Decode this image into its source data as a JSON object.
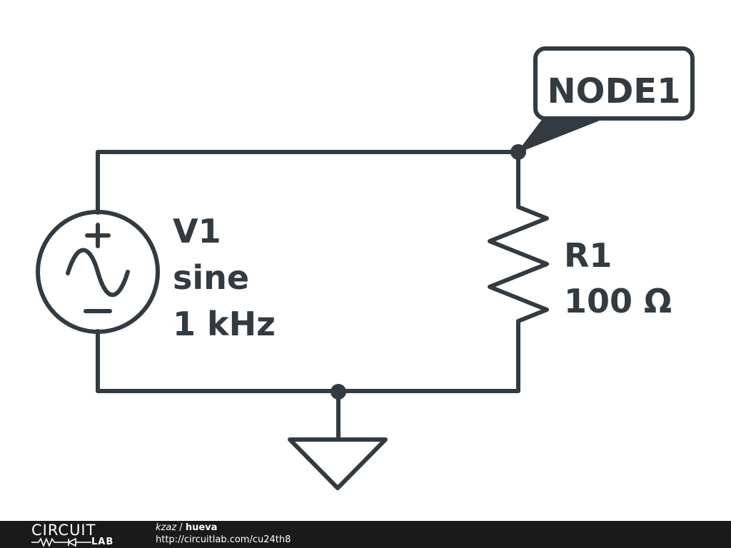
{
  "schematic": {
    "source": {
      "name": "V1",
      "type": "sine",
      "frequency": "1 kHz"
    },
    "resistor": {
      "name": "R1",
      "value": "100 Ω"
    },
    "node_label": "NODE1",
    "colors": {
      "wire": "#333b41",
      "background": "#ffffff"
    }
  },
  "footer": {
    "logo_top": "CIRCUIT",
    "logo_bottom": "LAB",
    "author": "kzaz",
    "separator": " / ",
    "title": "hueva",
    "url": "http://circuitlab.com/cu24th8",
    "background": "#1a1a1a"
  }
}
